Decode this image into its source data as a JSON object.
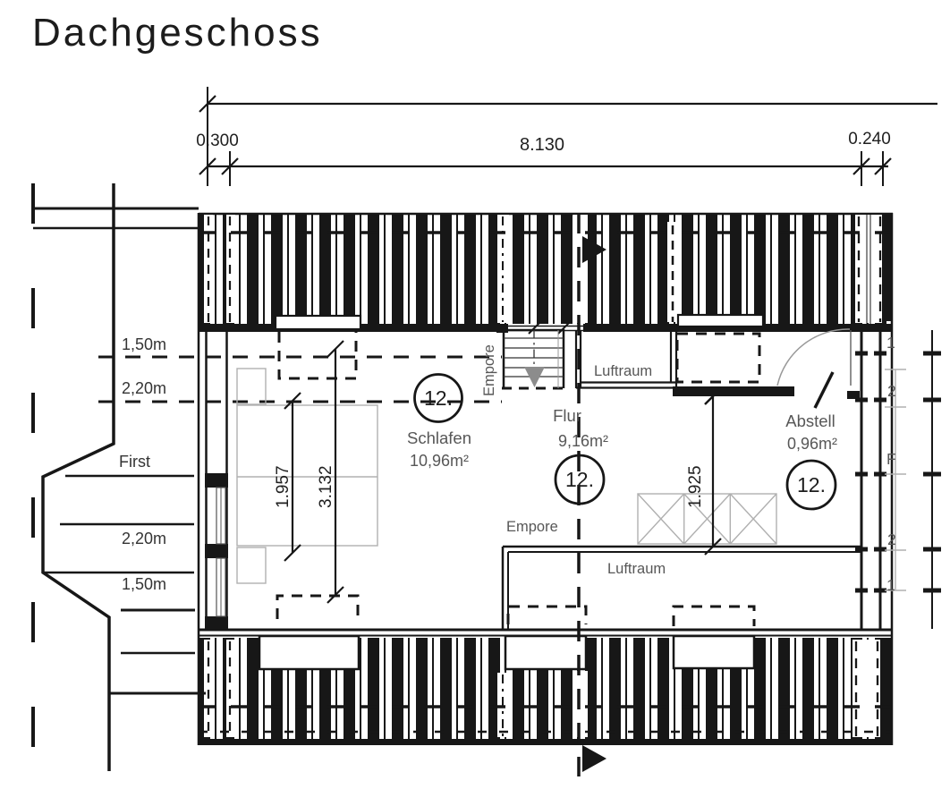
{
  "title": "Dachgeschoss",
  "dimensions": {
    "top_left": "0.300",
    "top_middle": "8.130",
    "top_right": "0.240",
    "schlafen_width": "1.957",
    "schlafen_length": "3.132",
    "flur_length": "1.925"
  },
  "height_labels": {
    "left": [
      "1,50m",
      "2,20m",
      "First",
      "2,20m",
      "1,50m"
    ],
    "right": [
      "1",
      "2",
      "F",
      "2",
      "1"
    ]
  },
  "rooms": [
    {
      "number": "12.",
      "name": "Schlafen",
      "area": "10,96m²"
    },
    {
      "number": "12.",
      "name": "Flur",
      "area": "9,16m²"
    },
    {
      "number": "12.",
      "name": "Abstell",
      "area": "0,96m²"
    }
  ],
  "annotations": {
    "empore_upper": "Empore",
    "luftraum_upper": "Luftraum",
    "empore_lower": "Empore",
    "luftraum_lower": "Luftraum"
  },
  "colors": {
    "ink": "#171717",
    "gray_text": "#575757",
    "furniture": "#b0b0b0",
    "stair_arrow": "#8c8c8c"
  }
}
